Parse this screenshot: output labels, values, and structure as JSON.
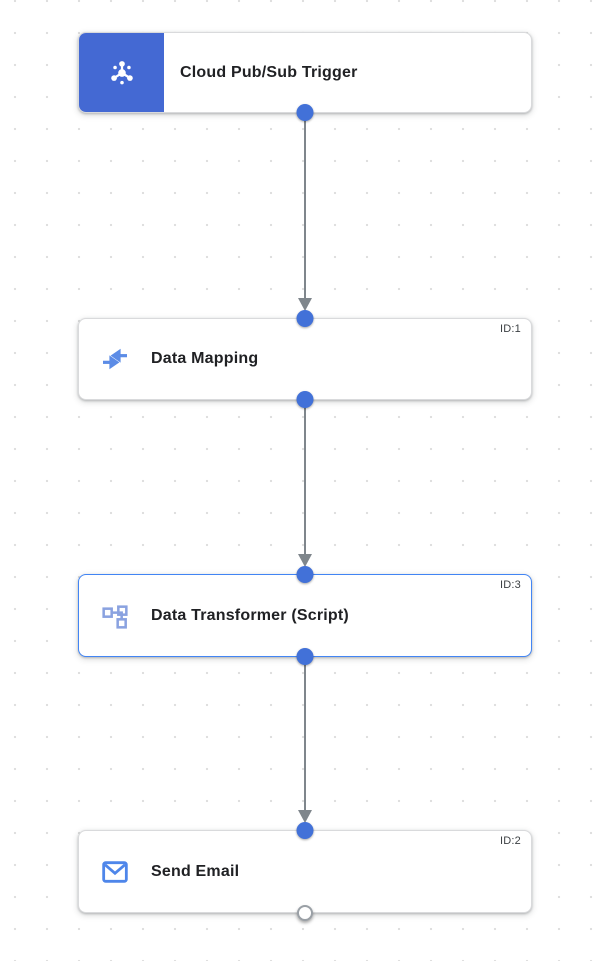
{
  "canvas": {
    "background_color": "#ffffff",
    "grid_dot_color": "#dfdfdf"
  },
  "colors": {
    "trigger_block_blue": "#4469d3",
    "connector_dot_blue": "#4271d8",
    "selected_border_blue": "#4285f4",
    "edge_gray": "#7f868c",
    "node_border_gray": "#d9dadc",
    "label_text": "#202124",
    "icon_blue": "#5c8ce6"
  },
  "nodes": [
    {
      "label": "Cloud Pub/Sub Trigger",
      "id_label": "",
      "icon": "pubsub-icon",
      "type": "trigger",
      "selected": false
    },
    {
      "label": "Data Mapping",
      "id_label": "ID:1",
      "icon": "data-mapping-icon",
      "type": "task",
      "selected": false
    },
    {
      "label": "Data Transformer (Script)",
      "id_label": "ID:3",
      "icon": "data-transformer-icon",
      "type": "task",
      "selected": true
    },
    {
      "label": "Send Email",
      "id_label": "ID:2",
      "icon": "send-email-icon",
      "type": "task",
      "selected": false
    }
  ],
  "edges": [
    {
      "from": "Cloud Pub/Sub Trigger",
      "to": "Data Mapping"
    },
    {
      "from": "Data Mapping",
      "to": "Data Transformer (Script)"
    },
    {
      "from": "Data Transformer (Script)",
      "to": "Send Email"
    }
  ]
}
